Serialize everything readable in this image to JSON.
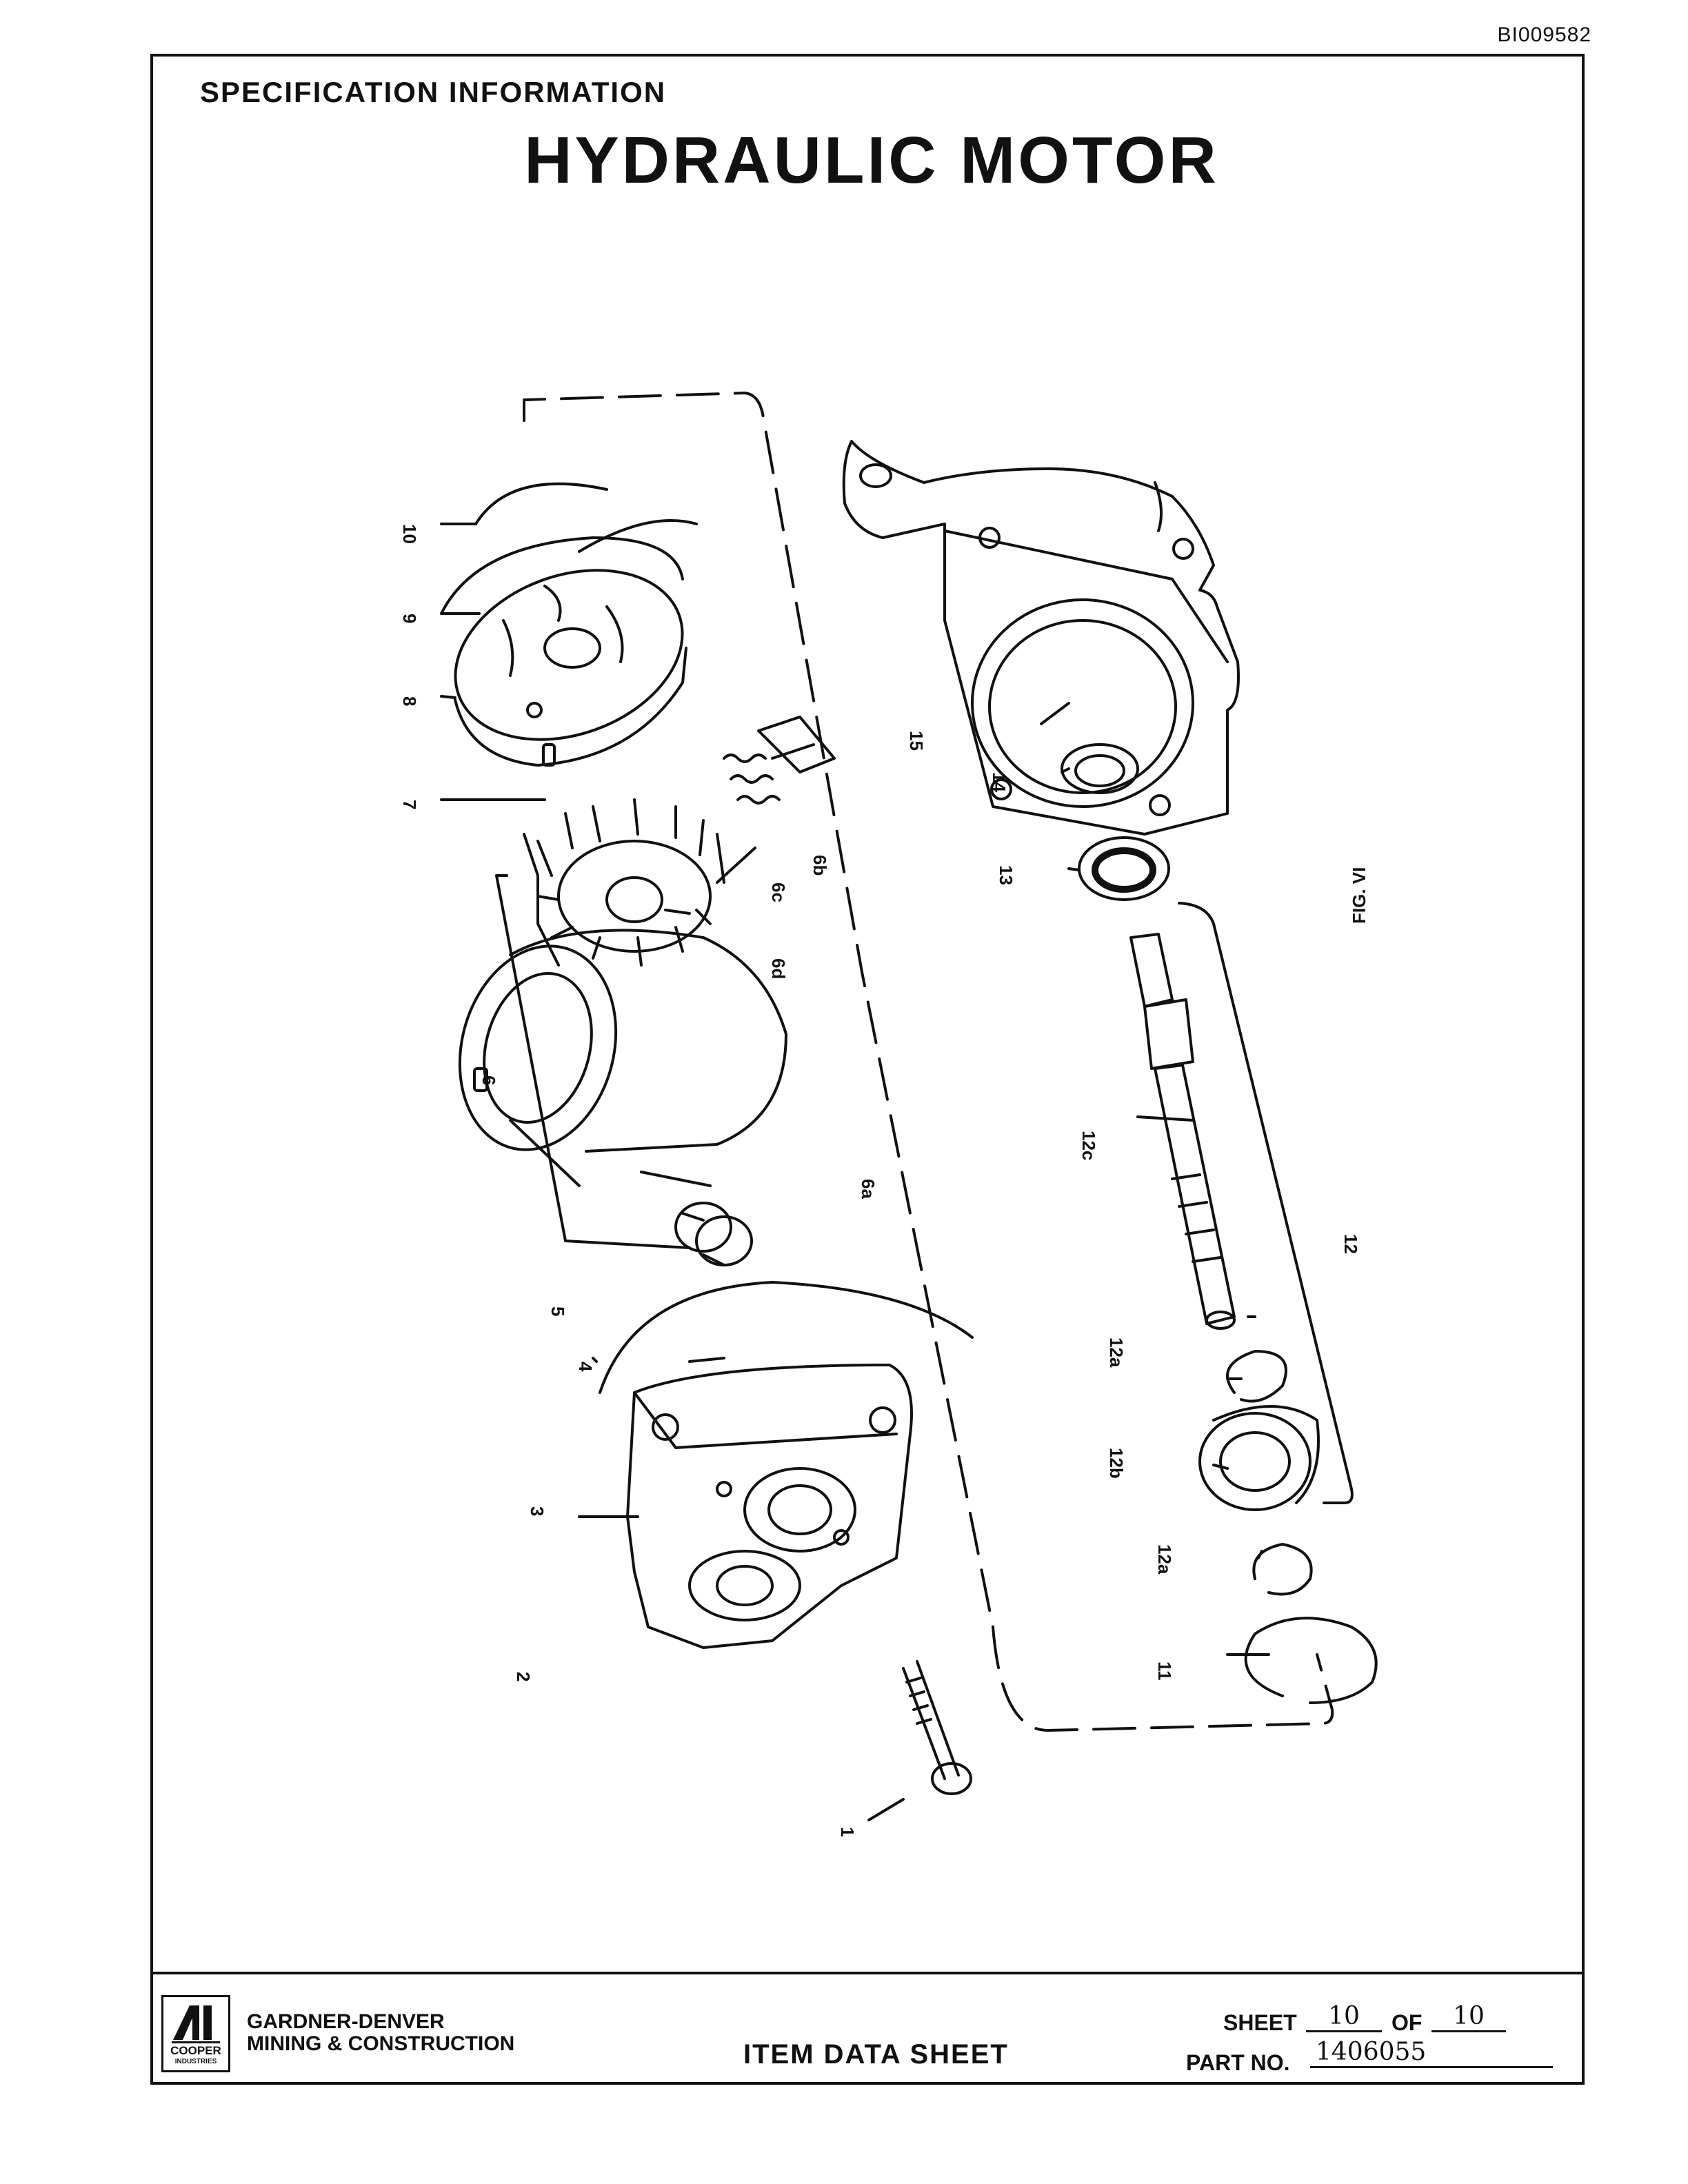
{
  "doc_id": "BI009582",
  "header": {
    "section": "SPECIFICATION INFORMATION",
    "title": "HYDRAULIC MOTOR"
  },
  "figure": {
    "caption": "FIG. VI",
    "callouts": [
      "10",
      "9",
      "8",
      "7",
      "6c",
      "6b",
      "6d",
      "6",
      "6a",
      "5",
      "4",
      "3",
      "2",
      "1",
      "15",
      "14",
      "13",
      "12c",
      "12",
      "12a",
      "12b",
      "12a",
      "11"
    ]
  },
  "footer": {
    "logo_text": "COOPER",
    "logo_subtext": "INDUSTRIES",
    "company_line1": "GARDNER-DENVER",
    "company_line2": "MINING & CONSTRUCTION",
    "sheet_type": "ITEM DATA SHEET",
    "sheet_label": "SHEET",
    "sheet_number": "10",
    "of_label": "OF",
    "sheet_total": "10",
    "part_label": "PART NO.",
    "part_number": "1406055"
  }
}
